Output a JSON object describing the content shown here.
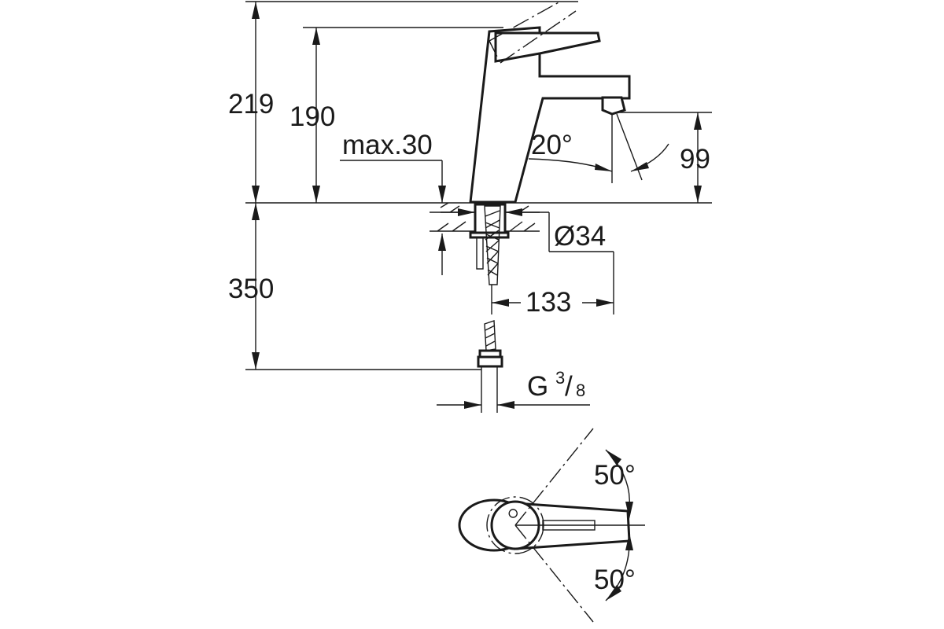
{
  "dimensions": {
    "total_height": "219",
    "spout_height": "190",
    "max_thickness": "max.30",
    "spray_angle": "20°",
    "outlet_height": "99",
    "hole_diameter": "Ø34",
    "below_deck": "350",
    "projection": "133",
    "thread_prefix": "G",
    "thread_num": "3",
    "thread_slash": "/",
    "thread_den": "8",
    "lever_angle_top": "50°",
    "lever_angle_bottom": "50°"
  },
  "colors": {
    "line": "#1a1a1a",
    "background": "#ffffff"
  }
}
